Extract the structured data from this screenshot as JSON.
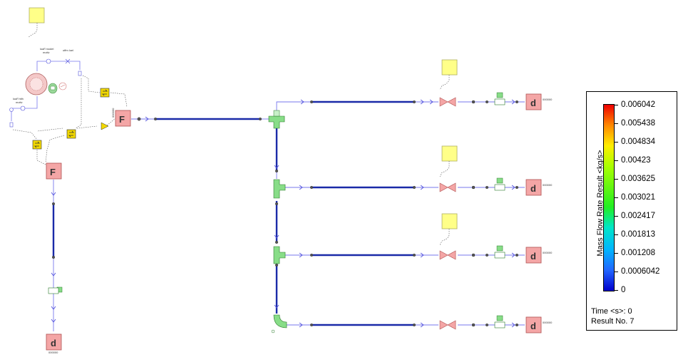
{
  "legend": {
    "title": "Mass Flow Rate Result <kg/s>",
    "ticks": [
      "0.006042",
      "0.005438",
      "0.004834",
      "0.00423",
      "0.003625",
      "0.003021",
      "0.002417",
      "0.001813",
      "0.001208",
      "0.0006042",
      "0"
    ],
    "time_label": "Time <s>: 0",
    "result_label": "Result No. 7"
  },
  "components": {
    "flow_source_upper": "F",
    "flow_source_lower": "F",
    "pressure_labels": [
      "d",
      "d",
      "d",
      "d",
      "d"
    ],
    "node_id": "000000",
    "upper_loop_left_label": "loaF.hlth motiv",
    "upper_loop_mid_label": "loaF.model motiv",
    "upper_loop_right_label": "offm loel"
  },
  "colors": {
    "pipe": "#1a2aa8",
    "thin_pipe": "#7777ee",
    "annotation_fill": "#ffff88",
    "boundary_fill": "#f4a6a6",
    "tee_fill": "#88dd88"
  }
}
